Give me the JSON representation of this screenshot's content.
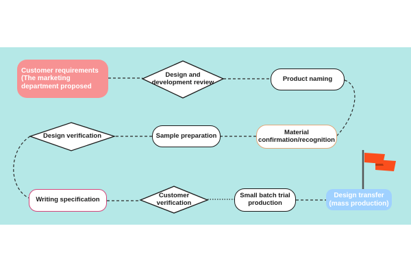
{
  "diagram": {
    "background_color": "#b5e8e7",
    "nodes": {
      "customer_requirements": "Customer requirements\n (The marketing department proposed",
      "design_development_review": "Design and\ndevelopment review",
      "product_naming": "Product naming",
      "material_confirmation": "Material\nconfirmation/recognition",
      "sample_preparation": "Sample preparation",
      "design_verification": "Design verification",
      "writing_specification": "Writing specification",
      "customer_verification": "Customer\nverification",
      "small_batch_trial": "Small batch trial\nproduction",
      "design_transfer": "Design transfer\n(mass production)"
    },
    "colors": {
      "customer_requirements_fill": "#f79293",
      "design_transfer_fill": "#9fd1ff",
      "flag": "#fb4e1c",
      "material_border": "#e0a779",
      "writing_border": "#d2457a"
    },
    "icons": {
      "flag": "flag-icon"
    }
  }
}
